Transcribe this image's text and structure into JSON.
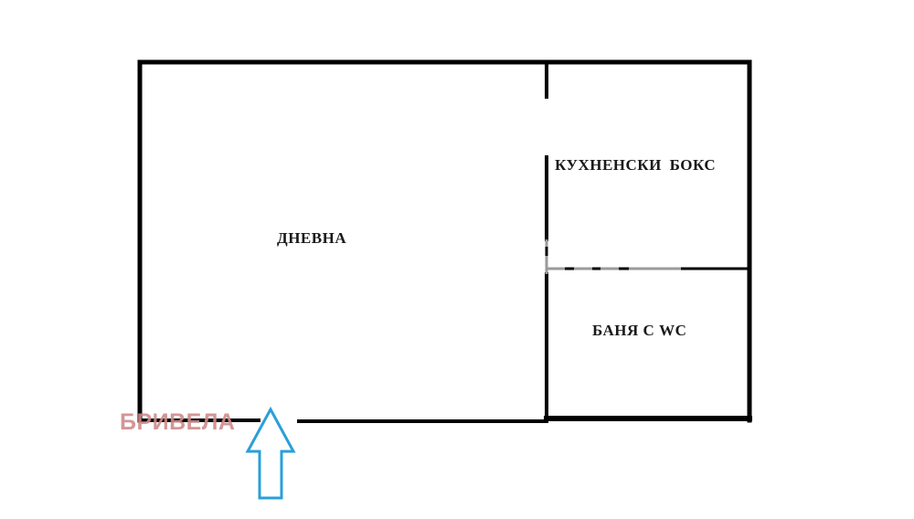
{
  "plan": {
    "rooms": [
      {
        "id": "living",
        "label": "ДНЕВНА"
      },
      {
        "id": "kitchen",
        "label": "КУХНЕНСКИ БОКС"
      },
      {
        "id": "bathroom",
        "label": "БАНЯ С WC"
      }
    ],
    "entrance": {
      "icon": "entrance-arrow-icon",
      "color": "#2a9fd8"
    },
    "watermark": {
      "text": "БРИВЕЛА",
      "color": "#d08a8a"
    },
    "colors": {
      "wall": "#000000",
      "partition_dashed": "#9a9a9a",
      "background": "#ffffff"
    }
  }
}
